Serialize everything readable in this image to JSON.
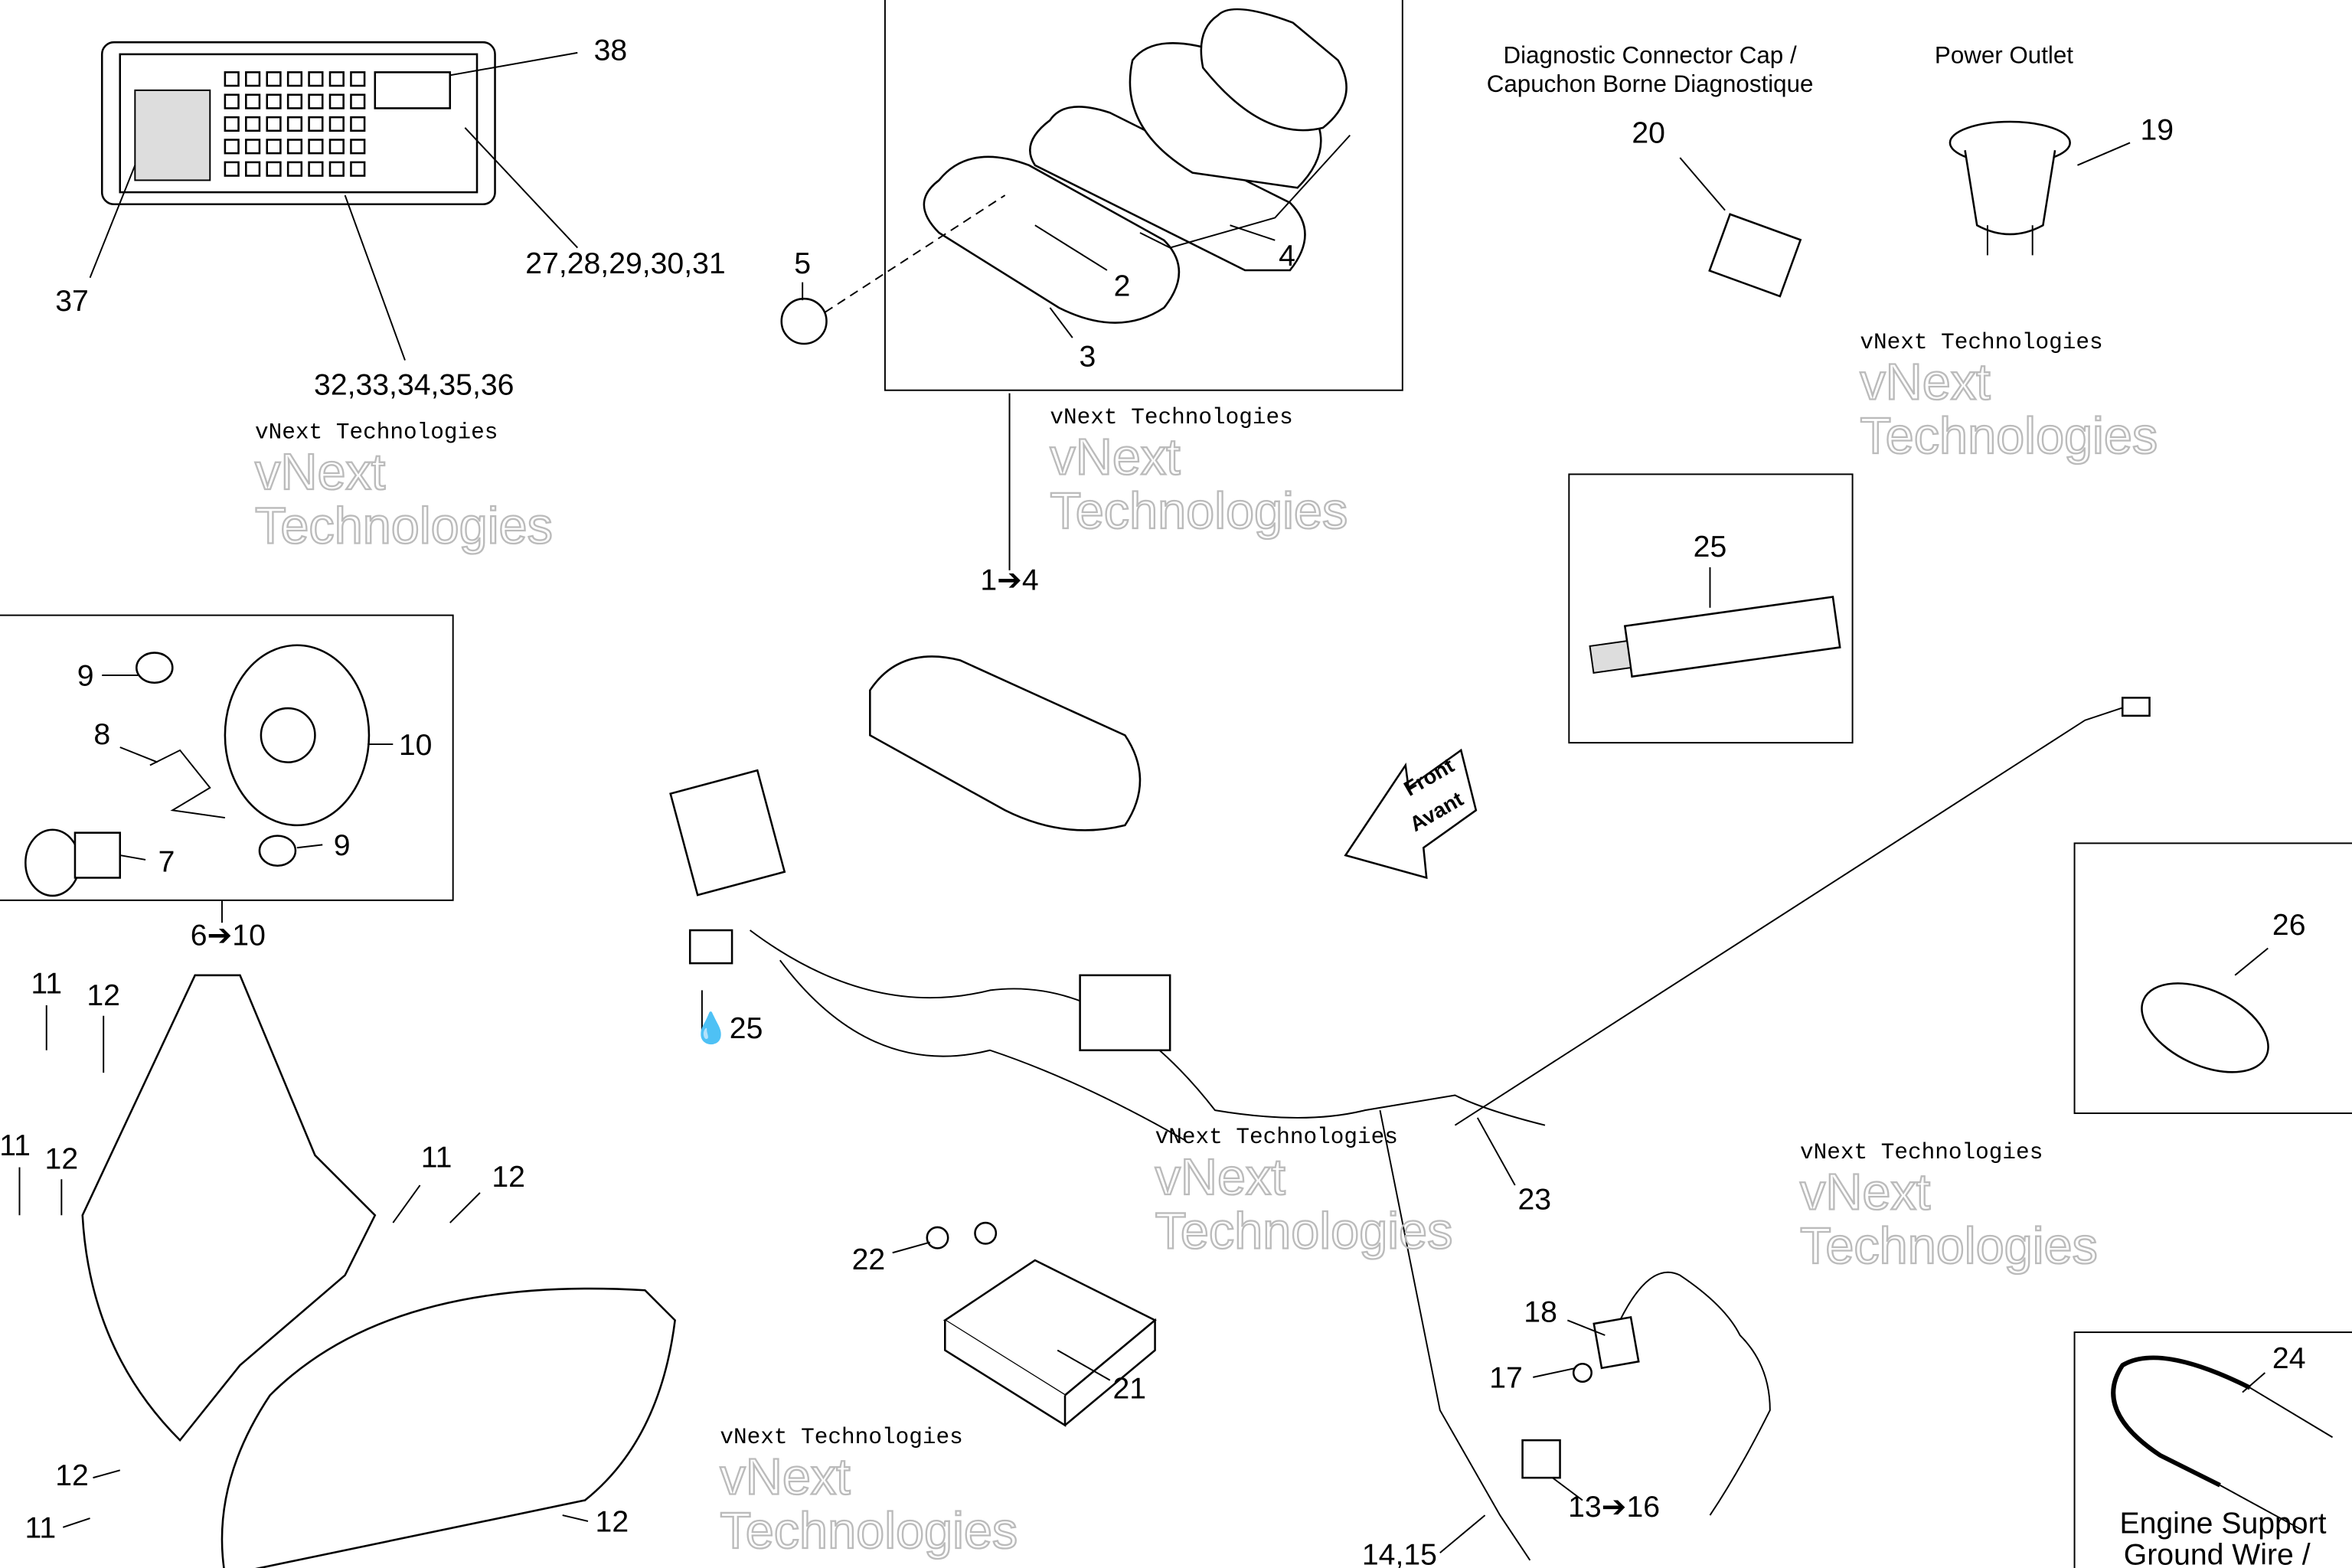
{
  "callouts": [
    "38",
    "27,28,29,30,31",
    "37",
    "32,33,34,35,36",
    "5",
    "2",
    "4",
    "3",
    "1➔4",
    "20",
    "19",
    "25",
    "9",
    "8",
    "10",
    "7",
    "9",
    "6➔10",
    "11",
    "12",
    "11",
    "12",
    "11",
    "12",
    "25",
    "26",
    "23",
    "22",
    "21",
    "18",
    "17",
    "24",
    "13➔16",
    "14,15",
    "12",
    "11",
    "12"
  ],
  "captions": {
    "diagnostic_line1": "Diagnostic Connector Cap /",
    "diagnostic_line2": "Capuchon Borne Diagnostique",
    "power_outlet": "Power Outlet",
    "engine_line1": "Engine Support",
    "engine_line2": "Ground Wire /",
    "front": "Front",
    "avant": "Avant"
  },
  "watermark": {
    "small": "vNext Technologies",
    "large_line1": "vNext",
    "large_line2": "Technologies"
  }
}
